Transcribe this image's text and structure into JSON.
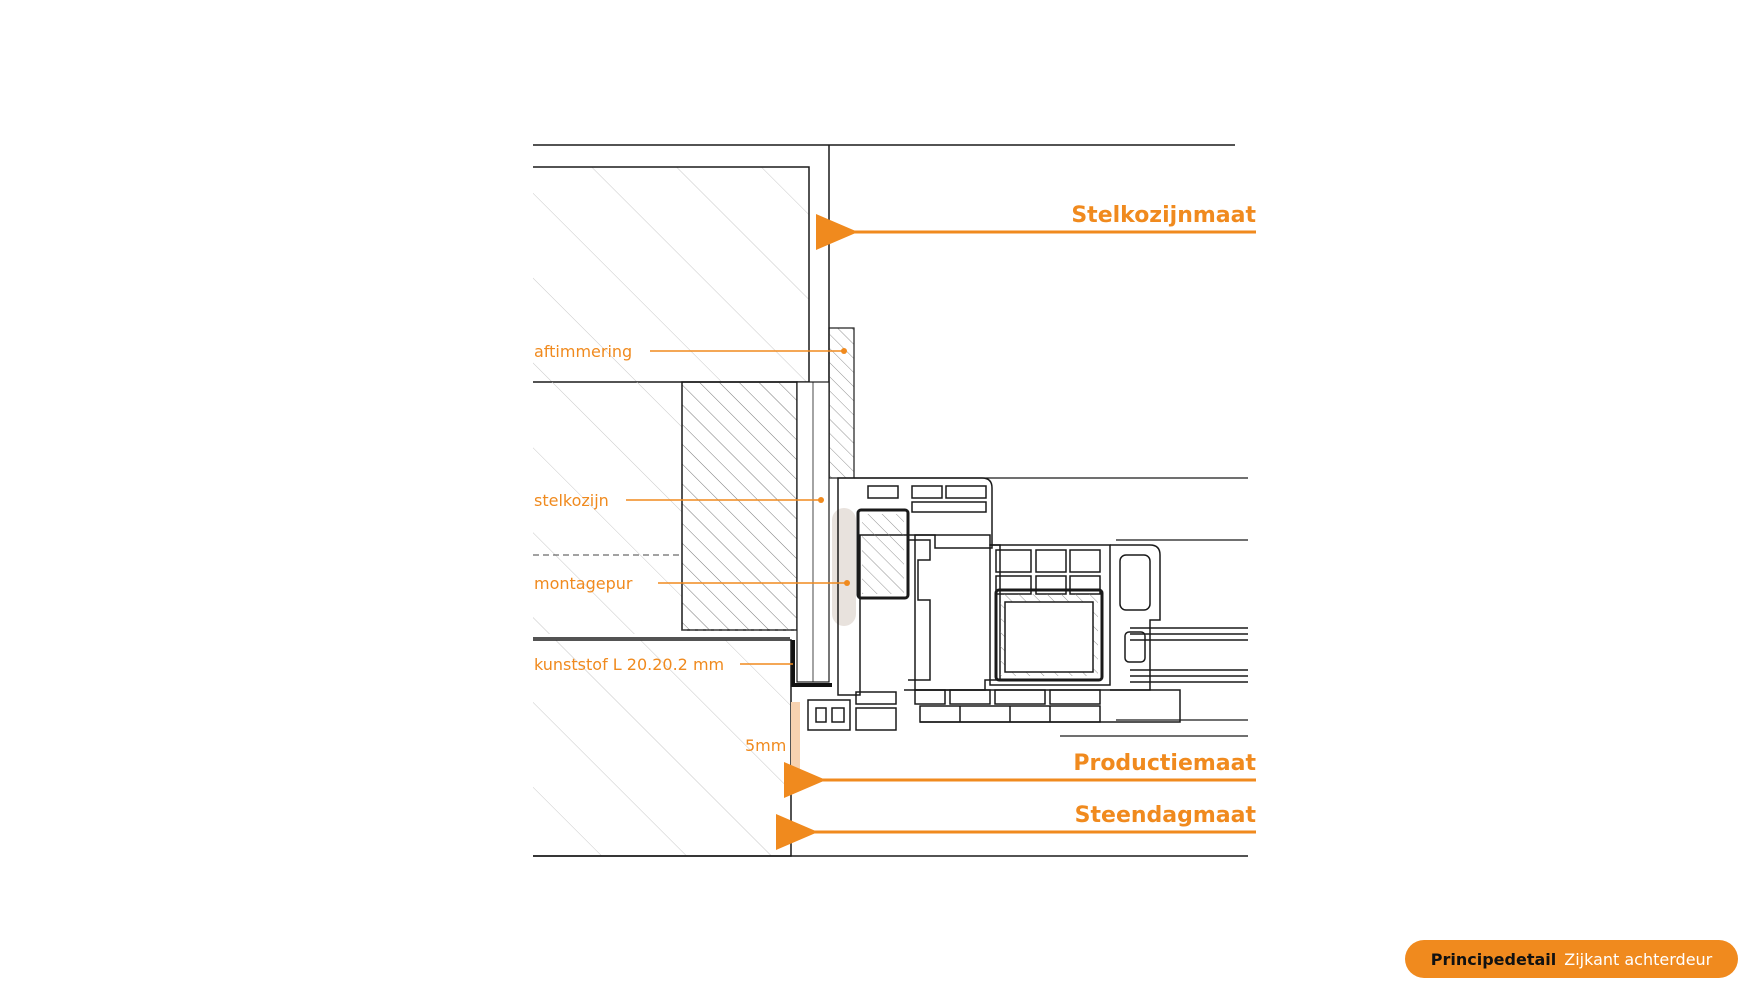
{
  "labels": {
    "aftimmering": "aftimmering",
    "stelkozijn": "stelkozijn",
    "montagepur": "montagepur",
    "kunststof": "kunststof L 20.20.2 mm",
    "gap": "5mm"
  },
  "dimensions": {
    "stelkozijnmaat": "Stelkozijnmaat",
    "productiemaat": "Productiemaat",
    "steendagmaat": "Steendagmaat"
  },
  "badge": {
    "title": "Principedetail",
    "subtitle": "Zijkant achterdeur"
  },
  "colors": {
    "accent": "#F08A1E",
    "line": "#1a1a1a",
    "foam": "#e8e2dd",
    "gap": "#f7d2b0"
  }
}
